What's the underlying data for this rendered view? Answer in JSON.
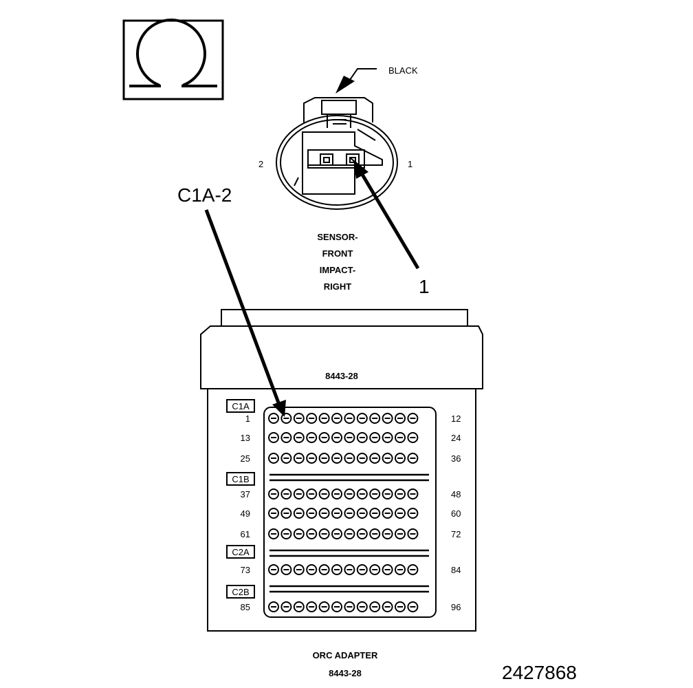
{
  "connector": {
    "color_label": "BLACK",
    "pin_left": "2",
    "pin_right": "1",
    "name_lines": [
      "SENSOR-",
      "FRONT",
      "IMPACT-",
      "RIGHT"
    ]
  },
  "callouts": {
    "pin_ref": "C1A-2",
    "number": "1"
  },
  "adapter": {
    "top_part_number": "8443-28",
    "title": "ORC ADAPTER",
    "bottom_part_number": "8443-28",
    "sections": [
      {
        "label": "C1A",
        "rows": [
          {
            "start": "1",
            "end": "12"
          },
          {
            "start": "13",
            "end": "24"
          },
          {
            "start": "25",
            "end": "36"
          }
        ]
      },
      {
        "label": "C1B",
        "rows": [
          {
            "start": "37",
            "end": "48"
          },
          {
            "start": "49",
            "end": "60"
          },
          {
            "start": "61",
            "end": "72"
          }
        ]
      },
      {
        "label": "C2A",
        "rows": [
          {
            "start": "73",
            "end": "84"
          }
        ]
      },
      {
        "label": "C2B",
        "rows": [
          {
            "start": "85",
            "end": "96"
          }
        ]
      }
    ],
    "pins_per_row": 12
  },
  "figure_id": "2427868",
  "icons": {
    "meter_symbol": "ohm-icon"
  }
}
